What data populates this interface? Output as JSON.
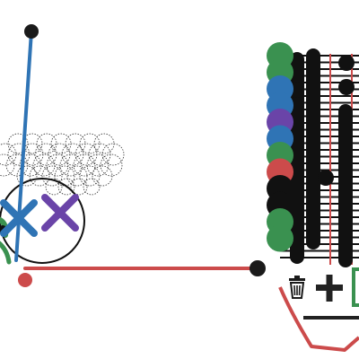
{
  "colors": {
    "ink": "#1a1a1a",
    "blue": "#2f74b5",
    "red": "#cc4b4b",
    "green": "#3a9150",
    "purple": "#6a44a8",
    "paper": "#ffffff"
  },
  "canvas": {
    "name": "sketch-canvas"
  },
  "palette": {
    "swatches": [
      {
        "name": "green",
        "color": "#3a9150"
      },
      {
        "name": "green",
        "color": "#3a9150"
      },
      {
        "name": "blue",
        "color": "#2f74b5"
      },
      {
        "name": "blue",
        "color": "#2f74b5"
      },
      {
        "name": "purple",
        "color": "#6a44a8"
      },
      {
        "name": "blue",
        "color": "#2f74b5"
      },
      {
        "name": "green",
        "color": "#3a9150"
      },
      {
        "name": "red",
        "color": "#cc4b4b"
      },
      {
        "name": "black",
        "color": "#111111"
      },
      {
        "name": "black",
        "color": "#111111"
      },
      {
        "name": "green",
        "color": "#3a9150"
      },
      {
        "name": "green",
        "color": "#3a9150"
      }
    ]
  },
  "toolbar": {
    "icons": [
      "trash-icon",
      "plus-icon",
      "frame-icon"
    ]
  }
}
